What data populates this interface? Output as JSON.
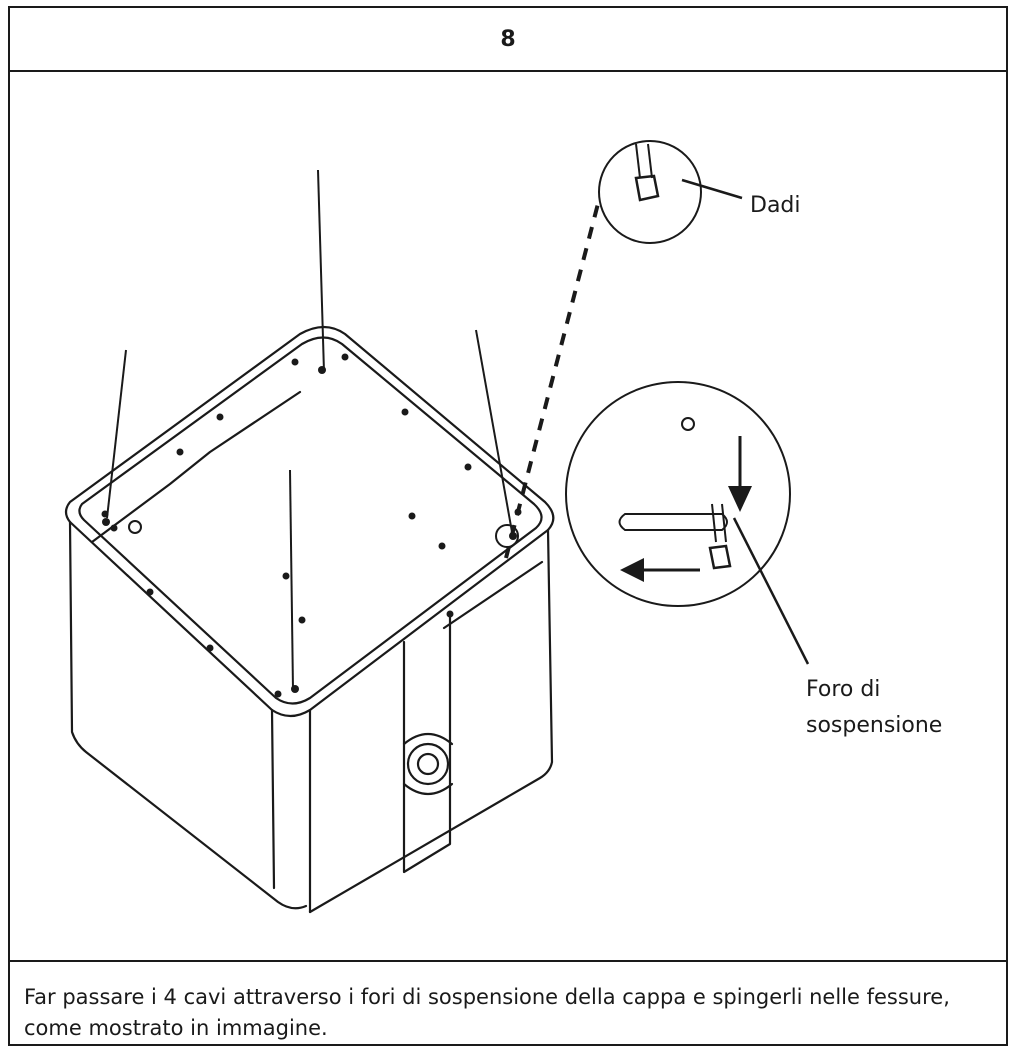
{
  "step": {
    "number": "8"
  },
  "figure": {
    "callout_nuts": "Dadi",
    "callout_hole_line1": "Foro di",
    "callout_hole_line2": "sospensione",
    "icons": [
      "hood-box-drawing",
      "nut-detail-circle",
      "slot-detail-circle",
      "arrow-down-icon",
      "arrow-left-icon"
    ]
  },
  "caption": {
    "text": "Far passare i 4 cavi attraverso i fori di sospensione della cappa e spingerli nelle fessure, come mostrato in immagine."
  }
}
